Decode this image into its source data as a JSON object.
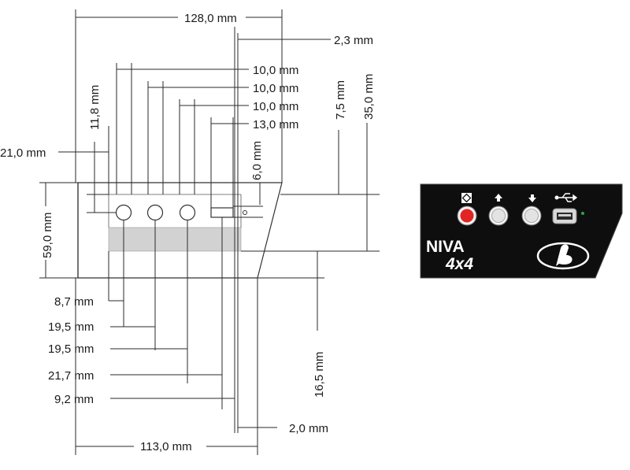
{
  "drawing": {
    "overall_width": "128,0 mm",
    "plate_thickness": "2,3 mm",
    "hole_spacing_1": "10,0 mm",
    "hole_spacing_2": "10,0 mm",
    "hole_spacing_3": "10,0 mm",
    "usb_width": "13,0 mm",
    "hole_top_offset": "11,8 mm",
    "step_depth": "7,5 mm",
    "front_height": "35,0 mm",
    "left_offset": "21,0 mm",
    "usb_height": "6,0 mm",
    "body_height": "59,0 mm",
    "hole1_offset": "8,7 mm",
    "hole_pitch_1": "19,5 mm",
    "hole_pitch_2": "19,5 mm",
    "hole_pitch_3": "21,7 mm",
    "usb_offset": "9,2 mm",
    "bottom_depth": "16,5 mm",
    "bezel": "2,0 mm",
    "bottom_width": "113,0 mm"
  },
  "panel": {
    "brand": "NIVA",
    "model": "4x4",
    "colors": {
      "panel": "#0e0e0e",
      "button_red": "#e32424",
      "button_gray": "#e3e3e3",
      "led_green": "#22aa44"
    },
    "icons": [
      "settings-diamond-icon",
      "arrow-up-icon",
      "arrow-down-icon",
      "usb-icon",
      "lada-logo-icon"
    ]
  }
}
